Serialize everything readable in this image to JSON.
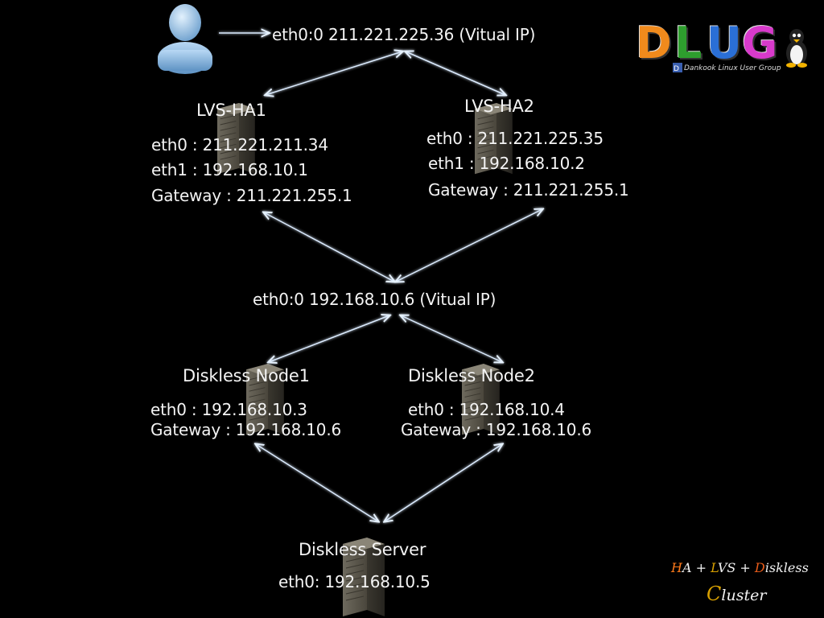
{
  "user": {
    "icon": "person-icon"
  },
  "top_vip": "eth0:0 211.221.225.36 (Vitual IP)",
  "lvs_ha1": {
    "title": "LVS-HA1",
    "eth0": "eth0 : 211.221.211.34",
    "eth1": "eth1 : 192.168.10.1",
    "gateway": "Gateway : 211.221.255.1"
  },
  "lvs_ha2": {
    "title": "LVS-HA2",
    "eth0": "eth0 : 211.221.225.35",
    "eth1": "eth1 : 192.168.10.2",
    "gateway": "Gateway : 211.221.255.1"
  },
  "mid_vip": "eth0:0 192.168.10.6 (Vitual IP)",
  "node1": {
    "title": "Diskless Node1",
    "eth0": "eth0 : 192.168.10.3",
    "gateway": "Gateway : 192.168.10.6"
  },
  "node2": {
    "title": "Diskless Node2",
    "eth0": "eth0 : 192.168.10.4",
    "gateway": "Gateway : 192.168.10.6"
  },
  "server": {
    "title": "Diskless Server",
    "eth0": "eth0: 192.168.10.5"
  },
  "logo": {
    "letters": [
      "D",
      "L",
      "U",
      "G"
    ],
    "letter_colors": [
      "#f08a1c",
      "#2e9e2e",
      "#2a6fd6",
      "#d83acb"
    ],
    "subtitle": "Dankook Linux User Group"
  },
  "caption": {
    "line1_parts": [
      "H",
      "A",
      " + ",
      "L",
      "VS",
      " + ",
      "D",
      "iskless"
    ],
    "line2_parts": [
      "C",
      "luster"
    ]
  },
  "colors": {
    "background": "#000000",
    "text": "#f2f2f2",
    "connector": "#cfe6ff",
    "accent": "#e85c1a"
  }
}
